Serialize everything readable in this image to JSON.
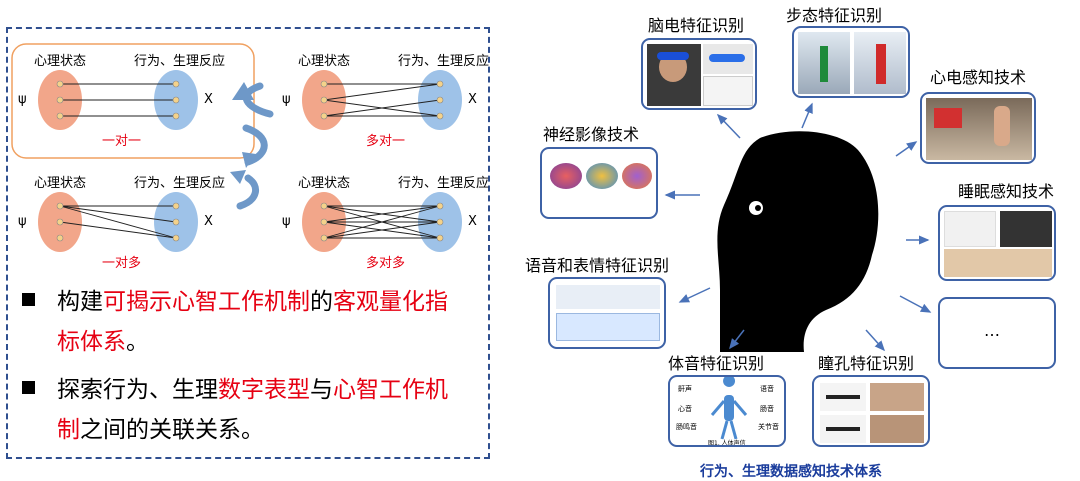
{
  "mapping": {
    "source_label": "心理状态",
    "target_label": "行为、生理反应",
    "psi": "ψ",
    "x": "X",
    "captions": [
      "一对一",
      "多对一",
      "一对多",
      "多对多"
    ]
  },
  "bullets": [
    [
      {
        "t": "构建",
        "red": false
      },
      {
        "t": "可揭示心智工作机制",
        "red": true
      },
      {
        "t": "的",
        "red": false
      },
      {
        "t": "客观量化指",
        "red": true
      }
    ],
    [
      {
        "t": "标体系",
        "red": true
      },
      {
        "t": "。",
        "red": false
      }
    ],
    [
      {
        "t": "探索行为、生理",
        "red": false
      },
      {
        "t": "数字表型",
        "red": true
      },
      {
        "t": "与",
        "red": false
      },
      {
        "t": "心智工作机",
        "red": true
      }
    ],
    [
      {
        "t": "制",
        "red": true
      },
      {
        "t": "之间的关联关系。",
        "red": false
      }
    ]
  ],
  "tech": {
    "eeg": "脑电特征识别",
    "gait": "步态特征识别",
    "ecg": "心电感知技术",
    "neuro": "神经影像技术",
    "sleep": "睡眠感知技术",
    "speech": "语音和表情特征识别",
    "body_sound": "体音特征识别",
    "pupil": "瞳孔特征识别",
    "more": "…"
  },
  "body_sound_labels": [
    "鼾声",
    "语音",
    "心音",
    "肠音",
    "肠鸣音",
    "关节音"
  ],
  "body_sound_caption": "图1. 人体声信",
  "caption": "行为、生理数据感知技术体系",
  "colors": {
    "red": "#e60012",
    "frame": "#3e62a6",
    "caption": "#1a3c9c"
  }
}
